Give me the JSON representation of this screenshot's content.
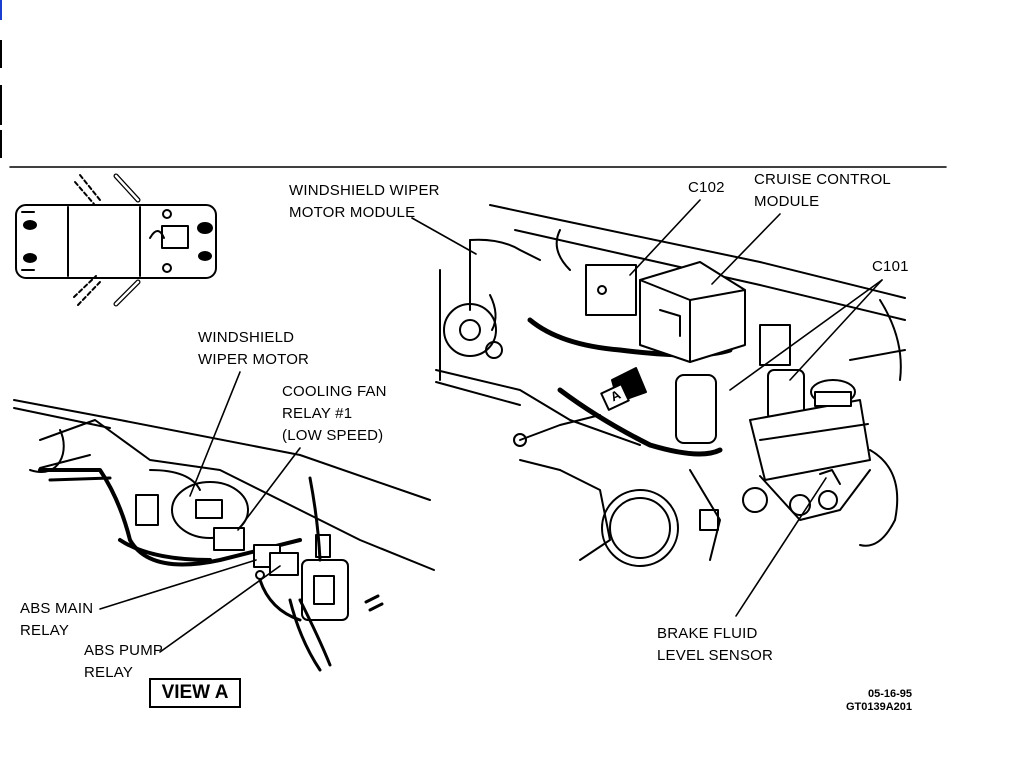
{
  "labels": {
    "wiper_motor_module": "WINDSHIELD WIPER\nMOTOR MODULE",
    "c102": "C102",
    "cruise_control_module": "CRUISE CONTROL\nMODULE",
    "c101": "C101",
    "wiper_motor": "WINDSHIELD\nWIPER MOTOR",
    "cooling_fan_relay": "COOLING FAN\nRELAY #1\n(LOW SPEED)",
    "abs_main_relay": "ABS MAIN\nRELAY",
    "abs_pump_relay": "ABS PUMP\nRELAY",
    "brake_fluid_sensor": "BRAKE FLUID\nLEVEL SENSOR",
    "view_a": "VIEW A",
    "callout_a": "A",
    "date_code": "05-16-95",
    "figure_id": "GT0139A201"
  }
}
